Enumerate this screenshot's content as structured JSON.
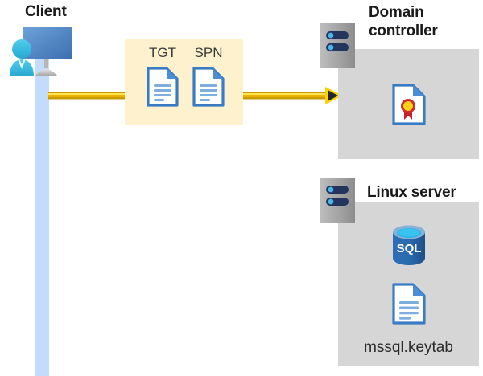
{
  "diagram": {
    "type": "kerberos-authentication-flow",
    "background": "#ffffff",
    "colors": {
      "accent_yellow": "#ffd200",
      "callout_bg": "#fdf2cd",
      "panel_gray": "#d6d6d6",
      "lifeline_blue": "#c3dcfb",
      "doc_blue": "#3a7cc4",
      "server_gray": "#9a9a9a",
      "title_black": "#1a1a1a"
    }
  },
  "client": {
    "title": "Client",
    "icon_name": "client-user-monitor-icon",
    "lifeline_name": "client-lifeline"
  },
  "message": {
    "box_name": "kerberos-ticket-callout",
    "documents": [
      {
        "label": "TGT",
        "icon_name": "document-icon"
      },
      {
        "label": "SPN",
        "icon_name": "document-icon"
      }
    ],
    "arrow_name": "request-arrow",
    "arrow_direction": "right"
  },
  "domain_controller": {
    "title": "Domain\ncontroller",
    "server_icon_name": "server-rack-icon",
    "panel_name": "domain-controller-panel",
    "contents": [
      {
        "icon_name": "certificate-document-icon",
        "label": ""
      }
    ]
  },
  "linux_server": {
    "title": "Linux server",
    "server_icon_name": "server-rack-icon",
    "panel_name": "linux-server-panel",
    "contents": [
      {
        "icon_name": "sql-database-icon",
        "label": "SQL"
      },
      {
        "icon_name": "keytab-document-icon",
        "label": "mssql.keytab"
      }
    ],
    "sql_label": "SQL",
    "keytab_label": "mssql.keytab"
  }
}
